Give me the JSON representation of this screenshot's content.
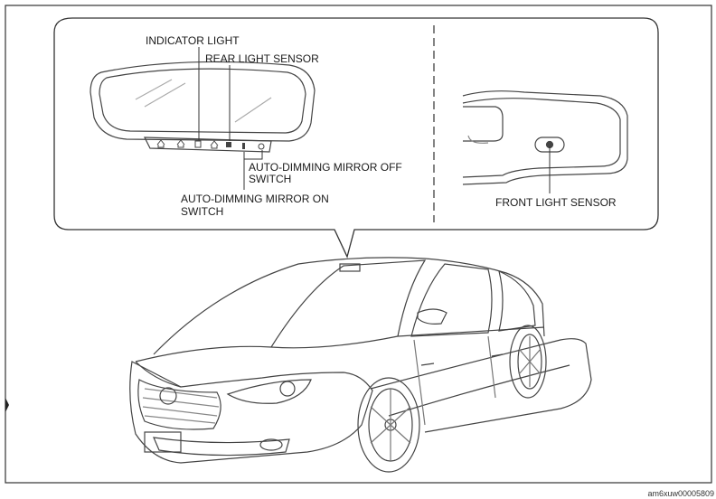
{
  "labels": {
    "indicator_light": "INDICATOR LIGHT",
    "rear_light_sensor": "REAR LIGHT SENSOR",
    "off_switch_line1": "AUTO-DIMMING MIRROR OFF",
    "off_switch_line2": "SWITCH",
    "on_switch_line1": "AUTO-DIMMING MIRROR ON",
    "on_switch_line2": "SWITCH",
    "front_light_sensor": "FRONT LIGHT SENSOR"
  },
  "reference_id": "am6xuw00005809",
  "icons": [
    "home-icon",
    "home-icon",
    "indicator-light-icon",
    "home-icon",
    "sensor-icon",
    "on-switch-icon",
    "off-switch-icon"
  ],
  "colors": {
    "line": "#444444",
    "frame": "#333333",
    "background": "#ffffff"
  }
}
